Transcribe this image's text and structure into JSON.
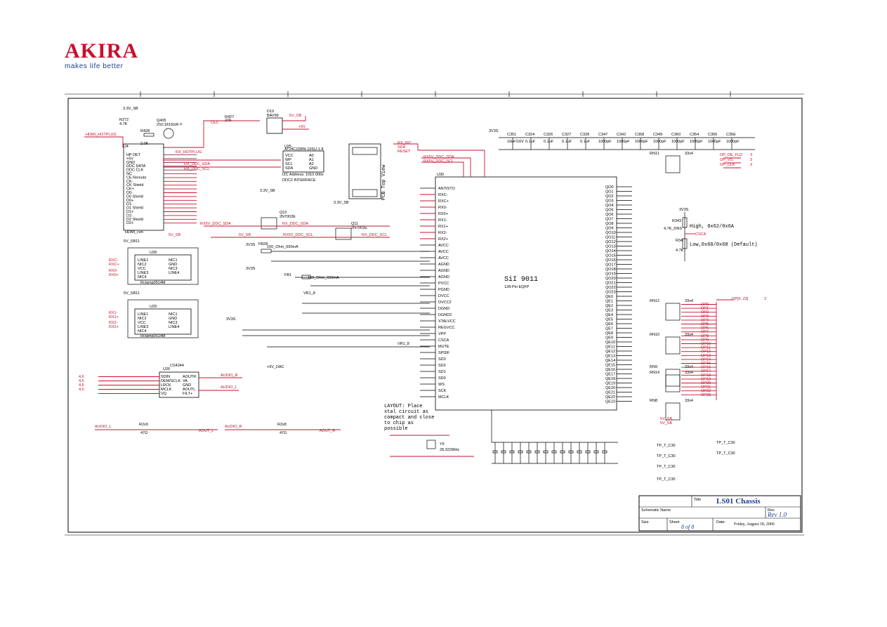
{
  "brand": {
    "name": "AKIRA",
    "tagline": "makes life better"
  },
  "title_block": {
    "title_label": "Title",
    "title": "LS01 Chassis",
    "schematic_label": "Schematic Name",
    "rev_label": "Rev",
    "rev": "Rev 1.0",
    "size_label": "Size",
    "sheet_label": "Sheet",
    "sheet": "8  of  8",
    "date_label": "Date:",
    "date": "Friday, August 18, 2006"
  },
  "chip": {
    "ref": "U30",
    "name": "SiI 9011",
    "package": "128-Pin EQFP"
  },
  "notes": {
    "pcb_top_view": "PCB Top View",
    "layout_note": [
      "LAYOUT: Place",
      "xtal circuit as",
      "compact and close",
      "to chip as",
      "possible"
    ],
    "i2c_high": "High, 0x62/0x6A",
    "i2c_low": "Low,0x60/0x68 (Default)",
    "eeprom_interface": "DDC2 INTERFACE",
    "eeprom_addr": "I2C Address: 1010 000x",
    "hdmi_conn": "HDMI_con"
  },
  "nets": {
    "hdmi_hotplug": "HDMI_HOTPLUG",
    "rx_hotplug": "RX_HOTPLUG",
    "ddc_sda": "RX_DDC_SDA",
    "ddc_scl": "RX_DDC_SCL",
    "ddc5v_sda": "RX5V_DDC_SDA",
    "ddc5v_scl": "RX5V_DDC_SCL",
    "rx_int": "RX_INT",
    "sda": "SDA",
    "scl": "SCL",
    "reset": "RESET",
    "op_de_fld": "OP_DE_FLD",
    "op_vs": "OP_VS",
    "op_clk": "OP_CLK",
    "op_bus": "OP[0..23]",
    "aout_l": "AOUT_L",
    "aout_r": "AOUT_R",
    "audio_l": "AUDIO_L",
    "audio_r": "AUDIO_R",
    "rx5v_hs": "5V_SB",
    "hs_5v": "5V_SB",
    "v33_sb": "3.3V_SB",
    "v33": "3V3S",
    "v5_dac": "+5V_DAC"
  },
  "opnets": [
    "OP0",
    "OP1",
    "OP2",
    "OP3",
    "OP4",
    "OP5",
    "OP6",
    "OP7",
    "OP8",
    "OP9",
    "OP10",
    "OP11",
    "OP12",
    "OP13",
    "OP14",
    "OP15",
    "OP16",
    "OP17",
    "OP18",
    "OP19",
    "OP20",
    "OP21",
    "OP22",
    "OP23"
  ],
  "caps_top": [
    "C351",
    "C324",
    "C326",
    "C327",
    "C328",
    "C347",
    "C342",
    "C358",
    "C349",
    "C360",
    "C354",
    "C356",
    "C35E"
  ],
  "cap_values_top": [
    "10uF/16V",
    "0.1uF",
    "0.1uF",
    "0.1uF",
    "0.1uF",
    "1000pF",
    "1000pF",
    "1000pF",
    "1000pF",
    "1000pF",
    "1000pF",
    "1000pF",
    "1000pF"
  ],
  "parts": {
    "u25": "U25",
    "u25_part": "AT24C02BN-10SU-1.8",
    "u26": "U26",
    "u29": "U29",
    "u28": "U28",
    "u28_part": "Rclamp0514M",
    "u29_part": "Rclamp0514M",
    "dac": "CS4344",
    "q405": "Q405",
    "q405_part": "2SC1815GR-Y",
    "q10": "Q10",
    "q11": "Q11",
    "q10_part": "2N7002E",
    "d19": "D19",
    "d19_part": "BAV99",
    "crystal": "Y5",
    "crystal_freq": "28.322MHz",
    "fb1": "FB1",
    "fb28": "FB28",
    "fb_val": "150_Ohm_600mA",
    "rn_list": [
      "RN11",
      "RN12",
      "RN10",
      "RN9",
      "RN14",
      "RN8"
    ],
    "rn_val": "33x4"
  },
  "chip_pins_left": [
    "ANTISTO",
    "RXC-",
    "RXC+",
    "RX0-",
    "RX0+",
    "RX1-",
    "RX1+",
    "RX2-",
    "RX2+",
    "AVCC",
    "AVCC",
    "AVCC",
    "AGND",
    "AGND",
    "AGND",
    "PVCC",
    "PGND",
    "DVCC",
    "DVCC2",
    "DGND",
    "DGND2",
    "XTALVCC",
    "REGVCC",
    "VPP",
    "CSCA",
    "MUTE",
    "SPDIF",
    "SD3",
    "SD2",
    "SD1",
    "SD0",
    "WS",
    "SCK",
    "MCLK"
  ],
  "chip_pins_right": [
    "QO0",
    "QO1",
    "QO2",
    "QO3",
    "QO4",
    "QO5",
    "QO6",
    "QO7",
    "QO8",
    "QO9",
    "QO10",
    "QO11",
    "QO12",
    "QO13",
    "QO14",
    "QO15",
    "QO16",
    "QO17",
    "QO18",
    "QO19",
    "QO20",
    "QO21",
    "QO22",
    "QO23",
    "QE0",
    "QE1",
    "QE2",
    "QE3",
    "QE4",
    "QE5",
    "QE6",
    "QE7",
    "QE8",
    "QE9",
    "QE10",
    "QE11",
    "QE12",
    "QE13",
    "QE14",
    "QE15",
    "QE16",
    "QE17",
    "QE18",
    "QE19",
    "QE20",
    "QE21",
    "QE22",
    "QE23"
  ],
  "connector_pins": [
    "HP DET",
    "+5V",
    "GND",
    "DDC DATA",
    "DDC CLK",
    "NC",
    "CE Remote",
    "CK-",
    "CK Shield",
    "CK+",
    "D0-",
    "D0 Shield",
    "D0+",
    "D1-",
    "D1 Shield",
    "D1+",
    "D2-",
    "D2 Shield",
    "D2+"
  ],
  "dac_pins_left": [
    "SDIN",
    "DEM/SCLK",
    "LRCK",
    "MCLK",
    "VQ"
  ],
  "dac_pins_right": [
    "AOUTR",
    "VA",
    "GND",
    "AOUTL",
    "FILT+"
  ],
  "test_points": [
    "TP_T_C30",
    "TP_T_C30",
    "TP_T_C30",
    "TP_T_C30",
    "TP_T_C30",
    "TP_T_C30"
  ]
}
